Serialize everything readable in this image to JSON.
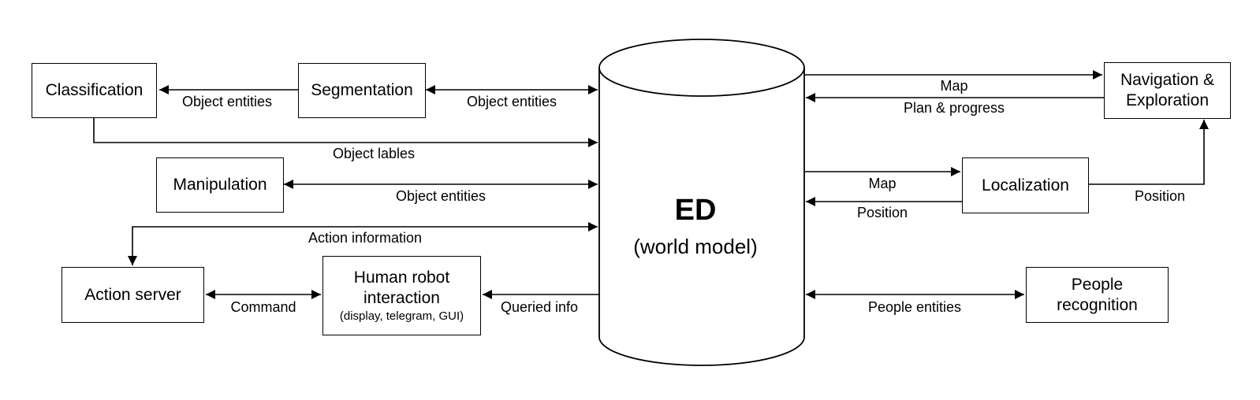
{
  "world_model": {
    "title": "ED",
    "subtitle": "(world model)"
  },
  "nodes": {
    "classification": "Classification",
    "segmentation": "Segmentation",
    "manipulation": "Manipulation",
    "action_server": "Action server",
    "hri": "Human robot interaction",
    "hri_sub": "(display, telegram, GUI)",
    "navigation": "Navigation & Exploration",
    "localization": "Localization",
    "people_recognition": "People recognition"
  },
  "edges": {
    "seg_to_class": "Object entities",
    "seg_ed": "Object entities",
    "object_lables": "Object lables",
    "manip_ed": "Object entities",
    "action_information": "Action information",
    "command": "Command",
    "queried_info": "Queried info",
    "map_to_nav": "Map",
    "plan_progress": "Plan & progress",
    "map_to_loc": "Map",
    "position_to_ed": "Position",
    "position_to_nav": "Position",
    "people_entities": "People entities"
  }
}
